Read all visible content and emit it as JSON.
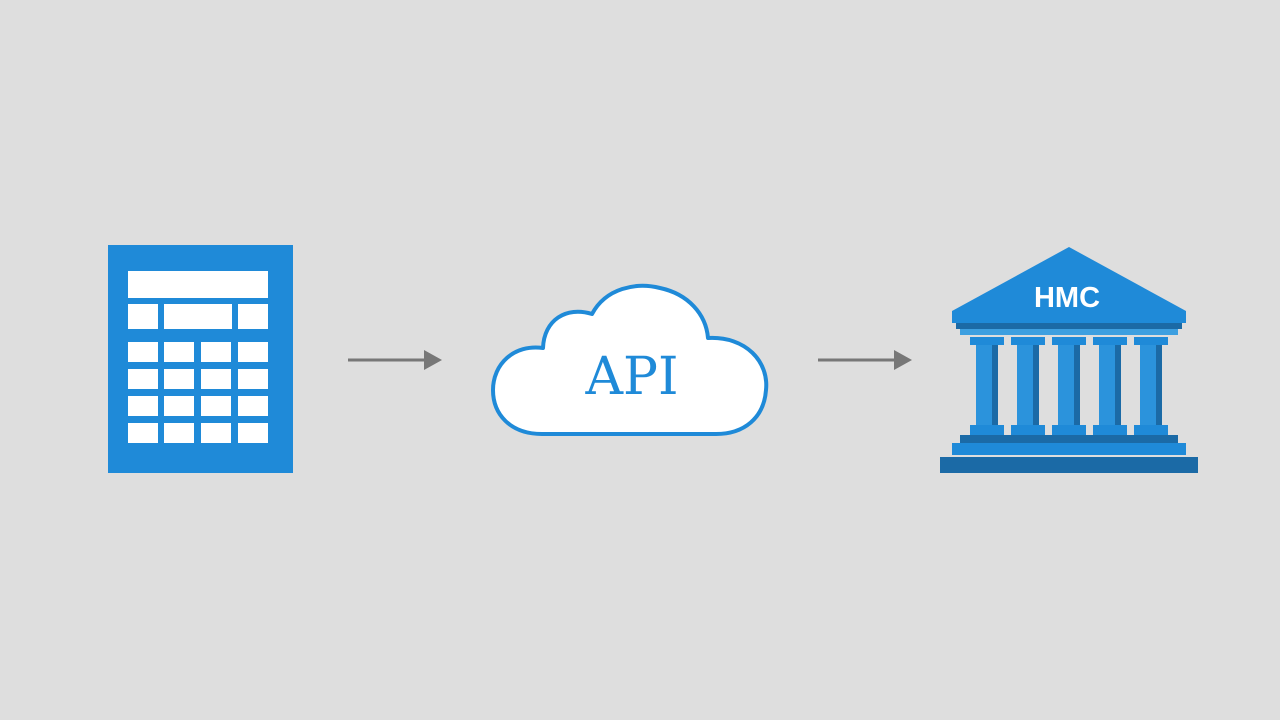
{
  "diagram": {
    "nodes": [
      {
        "id": "calculator",
        "icon": "calculator-icon",
        "label": ""
      },
      {
        "id": "api",
        "icon": "cloud-icon",
        "label": "API"
      },
      {
        "id": "hmc",
        "icon": "bank-building-icon",
        "label": "HMC"
      }
    ],
    "edges": [
      {
        "from": "calculator",
        "to": "api"
      },
      {
        "from": "api",
        "to": "hmc"
      }
    ]
  },
  "colors": {
    "background": "#dedede",
    "primary_blue": "#1f8ad8",
    "dark_blue": "#1b6aa6",
    "arrow_gray": "#777777",
    "white": "#ffffff"
  }
}
